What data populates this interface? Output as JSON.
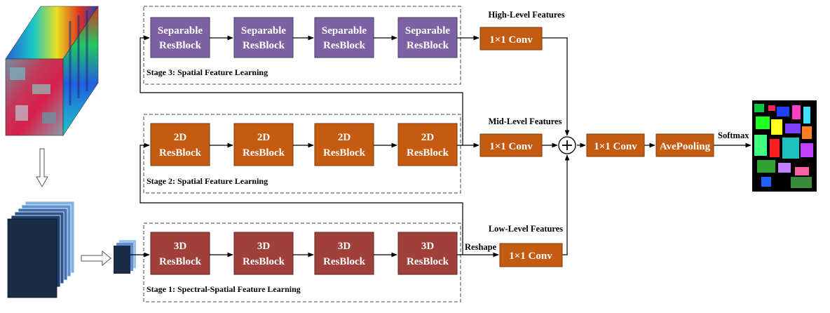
{
  "stage3": {
    "title": "Stage 3: Spatial Feature Learning",
    "blocks": [
      {
        "line1": "Separable",
        "line2": "ResBlock"
      },
      {
        "line1": "Separable",
        "line2": "ResBlock"
      },
      {
        "line1": "Separable",
        "line2": "ResBlock"
      },
      {
        "line1": "Separable",
        "line2": "ResBlock"
      }
    ]
  },
  "stage2": {
    "title": "Stage 2: Spatial Feature Learning",
    "blocks": [
      {
        "line1": "2D",
        "line2": "ResBlock"
      },
      {
        "line1": "2D",
        "line2": "ResBlock"
      },
      {
        "line1": "2D",
        "line2": "ResBlock"
      },
      {
        "line1": "2D",
        "line2": "ResBlock"
      }
    ]
  },
  "stage1": {
    "title": "Stage 1: Spectral-Spatial Feature Learning",
    "blocks": [
      {
        "line1": "3D",
        "line2": "ResBlock"
      },
      {
        "line1": "3D",
        "line2": "ResBlock"
      },
      {
        "line1": "3D",
        "line2": "ResBlock"
      },
      {
        "line1": "3D",
        "line2": "ResBlock"
      }
    ]
  },
  "features": {
    "high": "High-Level Features",
    "mid": "Mid-Level Features",
    "low": "Low-Level Features",
    "reshape": "Reshape",
    "softmax": "Softmax"
  },
  "ops": {
    "conv_high": "1×1 Conv",
    "conv_mid": "1×1 Conv",
    "conv_low": "1×1 Conv",
    "conv_fused": "1×1 Conv",
    "pooling": "AvePooling",
    "add_symbol": "+"
  },
  "colors": {
    "separable": "#7d62a3",
    "block2d": "#c55a11",
    "block3d": "#a0403a",
    "conv": "#c55a11",
    "patch": "#1a2b45"
  }
}
